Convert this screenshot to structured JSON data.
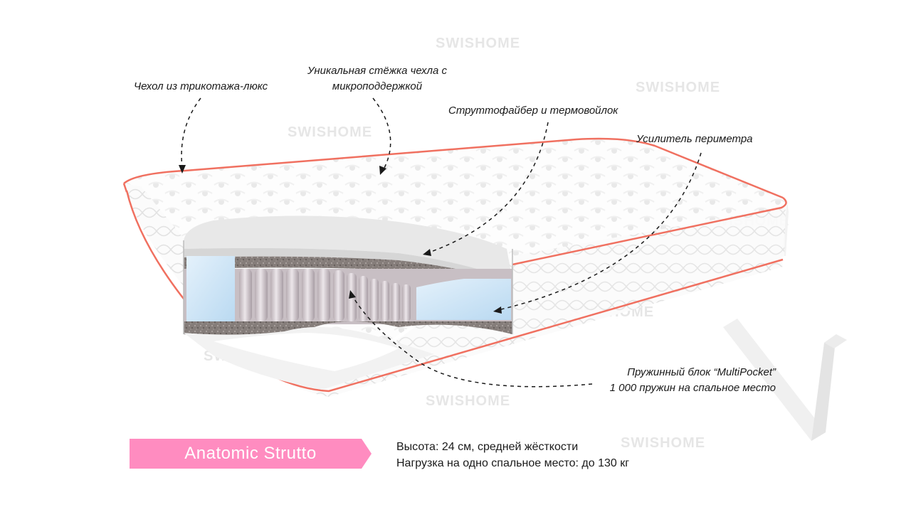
{
  "watermark": {
    "text": "SWISHOME"
  },
  "callouts": {
    "cover": "Чехол из трикотажа-люкс",
    "stitch_line1": "Уникальная стёжка чехла с",
    "stitch_line2": "микроподдержкой",
    "struttofiber": "Струттофайбер и термовойлок",
    "perimeter": "Усилитель периметра",
    "springs_line1": "Пружинный блок “MultiPocket”",
    "springs_line2": "1 000 пружин на спальное место"
  },
  "product": {
    "name": "Anatomic Strutto",
    "spec_line1": "Высота: 24 см, средней жёсткости",
    "spec_line2": "Нагрузка на одно спальное место: до 130 кг"
  },
  "colors": {
    "banner": "#ff8cc0",
    "piping": "#f07060",
    "foam": "#cfe6f8",
    "felt": "#7d7673",
    "springs": "#d8d0d4"
  }
}
